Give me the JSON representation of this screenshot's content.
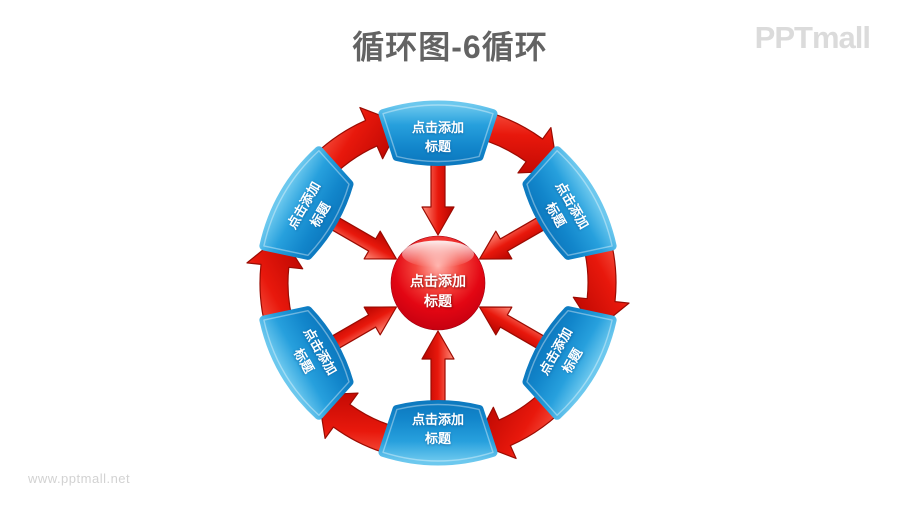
{
  "title": "循环图-6循环",
  "brand": {
    "logo": "PPTmall",
    "watermark": "www.pptmall.net"
  },
  "diagram": {
    "type": "cycle-diagram-6-segments",
    "center": {
      "line1": "点击添加",
      "line2": "标题"
    },
    "segments": [
      {
        "id": "top",
        "line1": "点击添加",
        "line2": "标题"
      },
      {
        "id": "upper-right",
        "line1": "点击添加",
        "line2": "标题"
      },
      {
        "id": "lower-right",
        "line1": "点击添加",
        "line2": "标题"
      },
      {
        "id": "bottom",
        "line1": "点击添加",
        "line2": "标题"
      },
      {
        "id": "lower-left",
        "line1": "点击添加",
        "line2": "标题"
      },
      {
        "id": "upper-left",
        "line1": "点击添加",
        "line2": "标题"
      }
    ],
    "colors": {
      "segment_blue": "#1a94d6",
      "arrow_red": "#e01309",
      "sphere_red": "#e30613",
      "title_gray": "#636363",
      "brand_gray": "#dbdbdb"
    }
  }
}
